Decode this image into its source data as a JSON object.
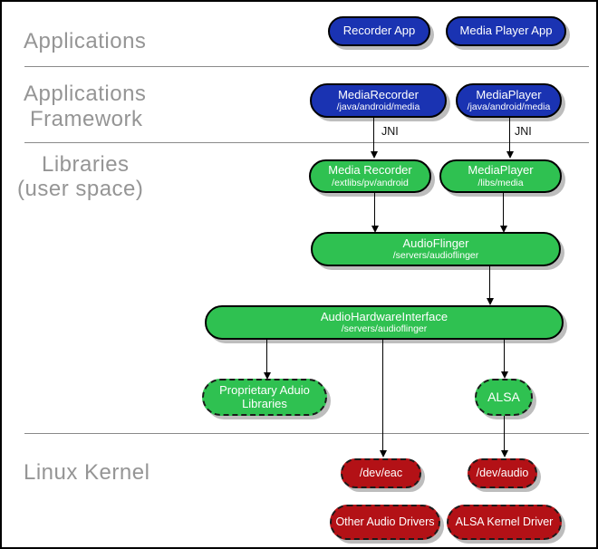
{
  "sections": {
    "applications": {
      "label": "Applications"
    },
    "framework": {
      "line1": "Applications",
      "line2": "Framework"
    },
    "libraries": {
      "line1": "Libraries",
      "line2": "(user space)"
    },
    "kernel": {
      "label": "Linux Kernel"
    }
  },
  "nodes": {
    "recorder_app": {
      "title": "Recorder App"
    },
    "media_player_app": {
      "title": "Media Player App"
    },
    "media_recorder_fw": {
      "title": "MediaRecorder",
      "path": "/java/android/media"
    },
    "media_player_fw": {
      "title": "MediaPlayer",
      "path": "/java/android/media"
    },
    "media_recorder_lib": {
      "title": "Media Recorder",
      "path": "/extlibs/pv/android"
    },
    "media_player_lib": {
      "title": "MediaPlayer",
      "path": "/libs/media"
    },
    "audio_flinger": {
      "title": "AudioFlinger",
      "path": "/servers/audioflinger"
    },
    "audio_hw_interface": {
      "title": "AudioHardwareInterface",
      "path": "/servers/audioflinger"
    },
    "proprietary_audio_libs": {
      "line1": "Proprietary Aduio",
      "line2": "Libraries"
    },
    "alsa": {
      "title": "ALSA"
    },
    "dev_eac": {
      "title": "/dev/eac"
    },
    "dev_audio": {
      "title": "/dev/audio"
    },
    "other_audio_drivers": {
      "title": "Other Audio Drivers"
    },
    "alsa_kernel_driver": {
      "title": "ALSA Kernel Driver"
    }
  },
  "edge_labels": {
    "jni_recorder": "JNI",
    "jni_player": "JNI"
  },
  "colors": {
    "app_blue": "#1a33b2",
    "lib_green": "#2fc151",
    "kernel_red": "#b31116",
    "shadow": "#bdbdbd",
    "section_gray": "#959595",
    "divider_gray": "#8a8a8a"
  }
}
